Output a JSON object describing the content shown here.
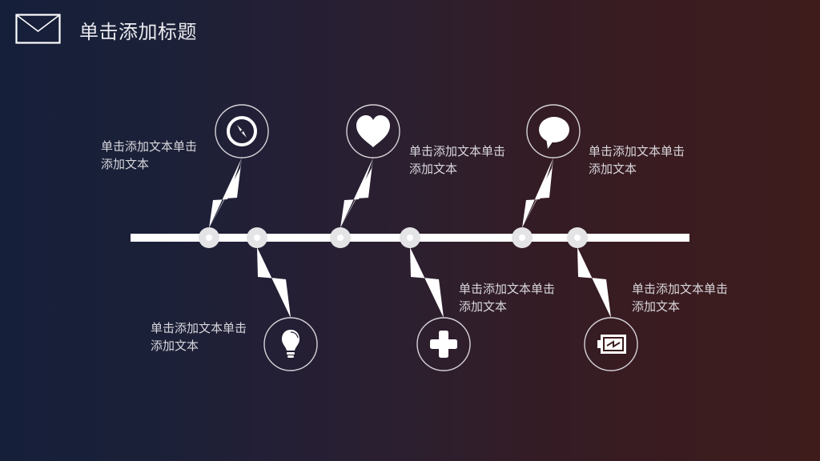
{
  "header": {
    "icon": "envelope-icon",
    "title": "单击添加标题"
  },
  "timeline": {
    "bar_color": "#ffffff",
    "node_color": "#e4e3e6",
    "nodes_x": [
      261,
      321,
      425,
      512,
      652,
      721
    ],
    "items": [
      {
        "position": "top",
        "icon": "compass-icon",
        "text": "单击添加文本单击添加文本"
      },
      {
        "position": "bottom",
        "icon": "lightbulb-icon",
        "text": "单击添加文本单击添加文本"
      },
      {
        "position": "top",
        "icon": "heart-icon",
        "text": "单击添加文本单击添加文本"
      },
      {
        "position": "bottom",
        "icon": "plus-icon",
        "text": "单击添加文本单击添加文本"
      },
      {
        "position": "top",
        "icon": "chat-bubble-icon",
        "text": "单击添加文本单击添加文本"
      },
      {
        "position": "bottom",
        "icon": "battery-charging-icon",
        "text": "单击添加文本单击添加文本"
      }
    ]
  },
  "colors": {
    "background_left": "#161f3a",
    "background_right": "#3e1c1c",
    "foreground": "#ffffff",
    "text": "#d8d6dc"
  }
}
